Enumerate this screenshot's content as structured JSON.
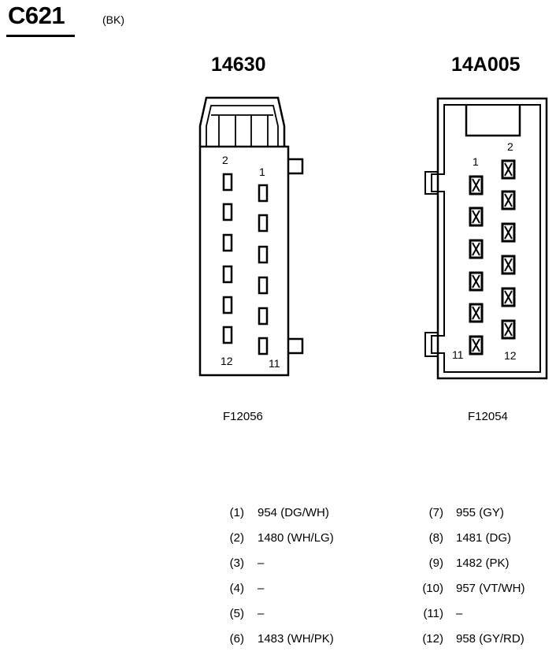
{
  "header": {
    "connector_id": "C621",
    "color_code": "(BK)"
  },
  "connectors": [
    {
      "name": "14630",
      "figure_id": "F12056",
      "pin_labels": {
        "top_left": "2",
        "top_right": "1",
        "bottom_left": "12",
        "bottom_right": "11"
      }
    },
    {
      "name": "14A005",
      "figure_id": "F12054",
      "pin_labels": {
        "top_left": "1",
        "top_right": "2",
        "bottom_left": "11",
        "bottom_right": "12"
      }
    }
  ],
  "pin_table": {
    "left": [
      {
        "num": "(1)",
        "wire": "954 (DG/WH)"
      },
      {
        "num": "(2)",
        "wire": "1480 (WH/LG)"
      },
      {
        "num": "(3)",
        "wire": "–"
      },
      {
        "num": "(4)",
        "wire": "–"
      },
      {
        "num": "(5)",
        "wire": "–"
      },
      {
        "num": "(6)",
        "wire": "1483 (WH/PK)"
      }
    ],
    "right": [
      {
        "num": "(7)",
        "wire": "955 (GY)"
      },
      {
        "num": "(8)",
        "wire": "1481 (DG)"
      },
      {
        "num": "(9)",
        "wire": "1482 (PK)"
      },
      {
        "num": "(10)",
        "wire": "957 (VT/WH)"
      },
      {
        "num": "(11)",
        "wire": "–"
      },
      {
        "num": "(12)",
        "wire": "958 (GY/RD)"
      }
    ]
  }
}
